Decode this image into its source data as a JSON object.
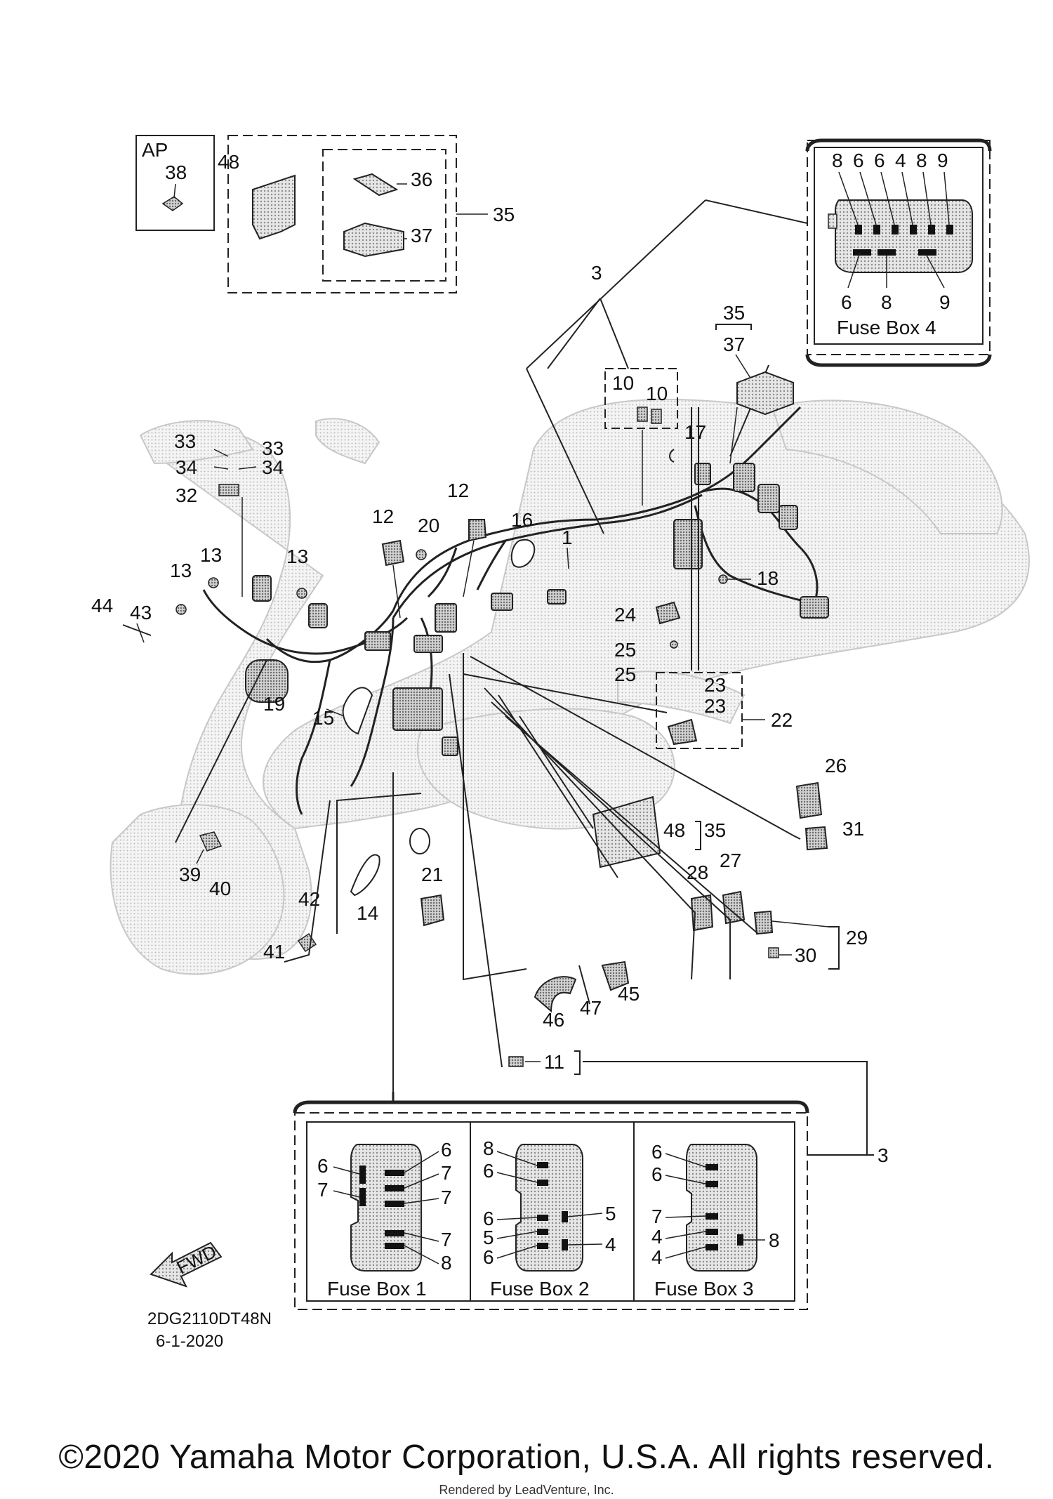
{
  "labels": {
    "ap": "AP",
    "n1": "1",
    "n3": "3",
    "n10": "10",
    "n11": "11",
    "n12": "12",
    "n13": "13",
    "n14": "14",
    "n15": "15",
    "n16": "16",
    "n17": "17",
    "n18": "18",
    "n19": "19",
    "n20": "20",
    "n21": "21",
    "n22": "22",
    "n23": "23",
    "n24": "24",
    "n25": "25",
    "n26": "26",
    "n27": "27",
    "n28": "28",
    "n29": "29",
    "n30": "30",
    "n31": "31",
    "n32": "32",
    "n33": "33",
    "n34": "34",
    "n35": "35",
    "n36": "36",
    "n37": "37",
    "n38": "38",
    "n39": "39",
    "n40": "40",
    "n41": "41",
    "n42": "42",
    "n43": "43",
    "n44": "44",
    "n45": "45",
    "n46": "46",
    "n47": "47",
    "n48": "48"
  },
  "fuse_boxes": {
    "box1": {
      "title": "Fuse Box 1",
      "left": [
        "6",
        "7"
      ],
      "right": [
        "6",
        "7",
        "7",
        "7",
        "8"
      ]
    },
    "box2": {
      "title": "Fuse Box 2",
      "left": [
        "8",
        "6",
        "6",
        "5",
        "6"
      ],
      "right": [
        "5",
        "4"
      ]
    },
    "box3": {
      "title": "Fuse Box 3",
      "left": [
        "6",
        "6",
        "7",
        "4",
        "4"
      ],
      "right": [
        "8"
      ]
    },
    "box4": {
      "title": "Fuse Box 4",
      "top": [
        "8",
        "6",
        "6",
        "4",
        "8",
        "9"
      ],
      "bottom": [
        "6",
        "8",
        "9"
      ]
    }
  },
  "fwd": "FWD",
  "diagram_code": "2DG2110DT48N",
  "diagram_date": "6-1-2020",
  "copyright": "©2020 Yamaha Motor Corporation, U.S.A. All rights reserved.",
  "rendered_by": "Rendered by LeadVenture, Inc."
}
